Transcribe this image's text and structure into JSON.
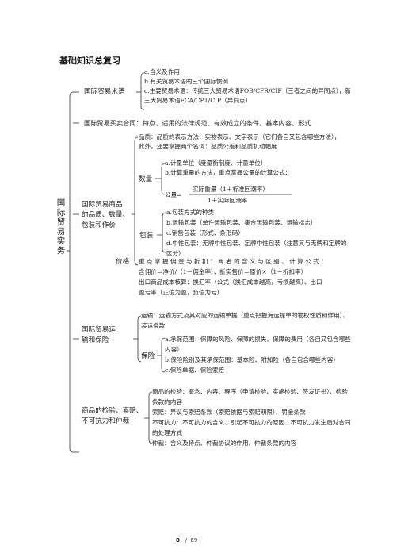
{
  "page_title": "基础知识总复习",
  "root_label": "国际贸易实务",
  "trade_terms": {
    "label": "国际贸易术语",
    "item_a": "a.含义及作用",
    "item_b": "b.有关贸易术语的三个国际惯例",
    "item_c_line1": "c.主要贸易术语：传统三大贸易术语FOB/CFR/CIF（三者之间的异同点），新",
    "item_c_line2": "三大贸易术语FCA/CPT/CIP（异同点）"
  },
  "sales_contract": {
    "text": "国际贸易买卖合同：特点、适用的法律规范、有效成立的条件、基本内容、形式"
  },
  "goods_terms": {
    "label_line1": "国际贸易商品",
    "label_line2": "的品质、数量、",
    "label_line3": "包装和作价",
    "quality_line1": "品质：品质的表示方法：实物表示、文字表示（它们各自又包含哪些方法），",
    "quality_line2": "此外，还要掌握两个名词：品质公差和品质机动幅度",
    "quantity": {
      "label": "数量",
      "item_a": "a.计量单位（度量衡制度、计量单位）",
      "item_b": "b.计算重量的方法，重点掌握公量的计算公式：",
      "formula_lhs": "公量=",
      "formula_numerator": "实际重量（1＋标准回潮率）",
      "formula_denominator": "1＋实际回潮率"
    },
    "packing": {
      "label": "包装",
      "item_a": "a.包装方式的种类",
      "item_b": "b.运输包装（单件运输包装、集合运输包装、运输标志）",
      "item_c": "c.销售包装（形式、条形码）",
      "item_d_line1": "d.中性包装：无牌中性包装、定牌中性包装（注意其与无牌和定牌的",
      "item_d_line2": "区分）"
    },
    "price": {
      "label": "价格",
      "line1": "重 点 掌 握 佣 金 与 折 扣 ： 两 者 的 含 义 与 区 别 、 计 算 公 式 ：",
      "line2": "含佣价＝净价/（1－佣金率）、折实售价＝原价×（1－折扣率）",
      "line3": "出口商品成本核算：换汇率（公式（换汇成本越高，亏损越高）、出口",
      "line4": "盈亏率（正值为盈，负值为亏）"
    }
  },
  "transport": {
    "label_line1": "国际贸易运",
    "label_line2": "输和保险",
    "transport_line1": "运输：运输方式及其对应的运输单据（重点把握海运提单的物权性质和作用）、",
    "transport_line2": "装运条款",
    "insurance": {
      "label": "保险",
      "item_a_line1": "a.承保范围：保障的风险、保障的损失、保障的费用（各自又包含哪些",
      "item_a_line2": "内容）",
      "item_b": "b.保险险别及其承保范围：基本险、附加险（各自包含哪些内容）",
      "item_c": "c.保险单据、保险索赔"
    }
  },
  "inspection": {
    "label_line1": "商品的检验、索赔、",
    "label_line2": "不可抗力和仲裁",
    "line1": "商品的检验：概念、内容、程序（申请检验、实施检验、签发证书）、检验",
    "line2": "条款的内容",
    "line3": "索赔：异议与索赔条款（索赔依据与索赔期限）、罚金条款",
    "line4": "不可抗力：不可抗力的含义、引起不可抗力的原因、不可抗力发生后对合同",
    "line5": "的处理方式",
    "line6": "仲裁：含义及特点、仲裁协议的作用、仲裁条款的内容"
  },
  "pager": {
    "current": "0",
    "separator": "/",
    "total": "69"
  },
  "colors": {
    "text": "#222222",
    "lines": "#333333",
    "background": "#ffffff"
  }
}
